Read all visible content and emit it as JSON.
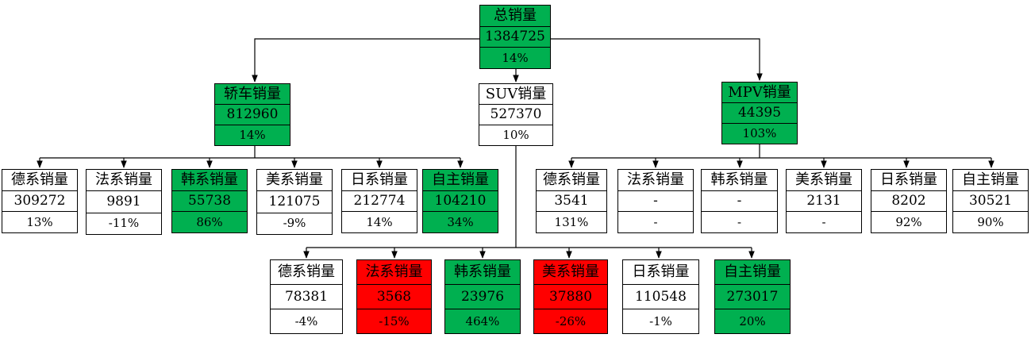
{
  "colors": {
    "green": "#00b050",
    "red": "#ff0000",
    "white": "#ffffff",
    "line": "#000000"
  },
  "total": {
    "name": "总销量",
    "value": "1384725",
    "growth": "14%",
    "color": "green"
  },
  "sedan": {
    "name": "轿车销量",
    "value": "812960",
    "growth": "14%",
    "color": "green",
    "children": [
      {
        "name": "德系销量",
        "value": "309272",
        "growth": "13%",
        "color": "white"
      },
      {
        "name": "法系销量",
        "value": "9891",
        "growth": "-11%",
        "color": "white"
      },
      {
        "name": "韩系销量",
        "value": "55738",
        "growth": "86%",
        "color": "green"
      },
      {
        "name": "美系销量",
        "value": "121075",
        "growth": "-9%",
        "color": "white"
      },
      {
        "name": "日系销量",
        "value": "212774",
        "growth": "14%",
        "color": "white"
      },
      {
        "name": "自主销量",
        "value": "104210",
        "growth": "34%",
        "color": "green"
      }
    ]
  },
  "suv": {
    "name": "SUV销量",
    "value": "527370",
    "growth": "10%",
    "color": "white",
    "children": [
      {
        "name": "德系销量",
        "value": "78381",
        "growth": "-4%",
        "color": "white"
      },
      {
        "name": "法系销量",
        "value": "3568",
        "growth": "-15%",
        "color": "red"
      },
      {
        "name": "韩系销量",
        "value": "23976",
        "growth": "464%",
        "color": "green"
      },
      {
        "name": "美系销量",
        "value": "37880",
        "growth": "-26%",
        "color": "red"
      },
      {
        "name": "日系销量",
        "value": "110548",
        "growth": "-1%",
        "color": "white"
      },
      {
        "name": "自主销量",
        "value": "273017",
        "growth": "20%",
        "color": "green"
      }
    ]
  },
  "mpv": {
    "name": "MPV销量",
    "value": "44395",
    "growth": "103%",
    "color": "green",
    "children": [
      {
        "name": "德系销量",
        "value": "3541",
        "growth": "131%",
        "color": "white"
      },
      {
        "name": "法系销量",
        "value": "-",
        "growth": "-",
        "color": "white"
      },
      {
        "name": "韩系销量",
        "value": "-",
        "growth": "-",
        "color": "white"
      },
      {
        "name": "美系销量",
        "value": "2131",
        "growth": "-",
        "color": "white"
      },
      {
        "name": "日系销量",
        "value": "8202",
        "growth": "92%",
        "color": "white"
      },
      {
        "name": "自主销量",
        "value": "30521",
        "growth": "90%",
        "color": "white"
      }
    ]
  }
}
